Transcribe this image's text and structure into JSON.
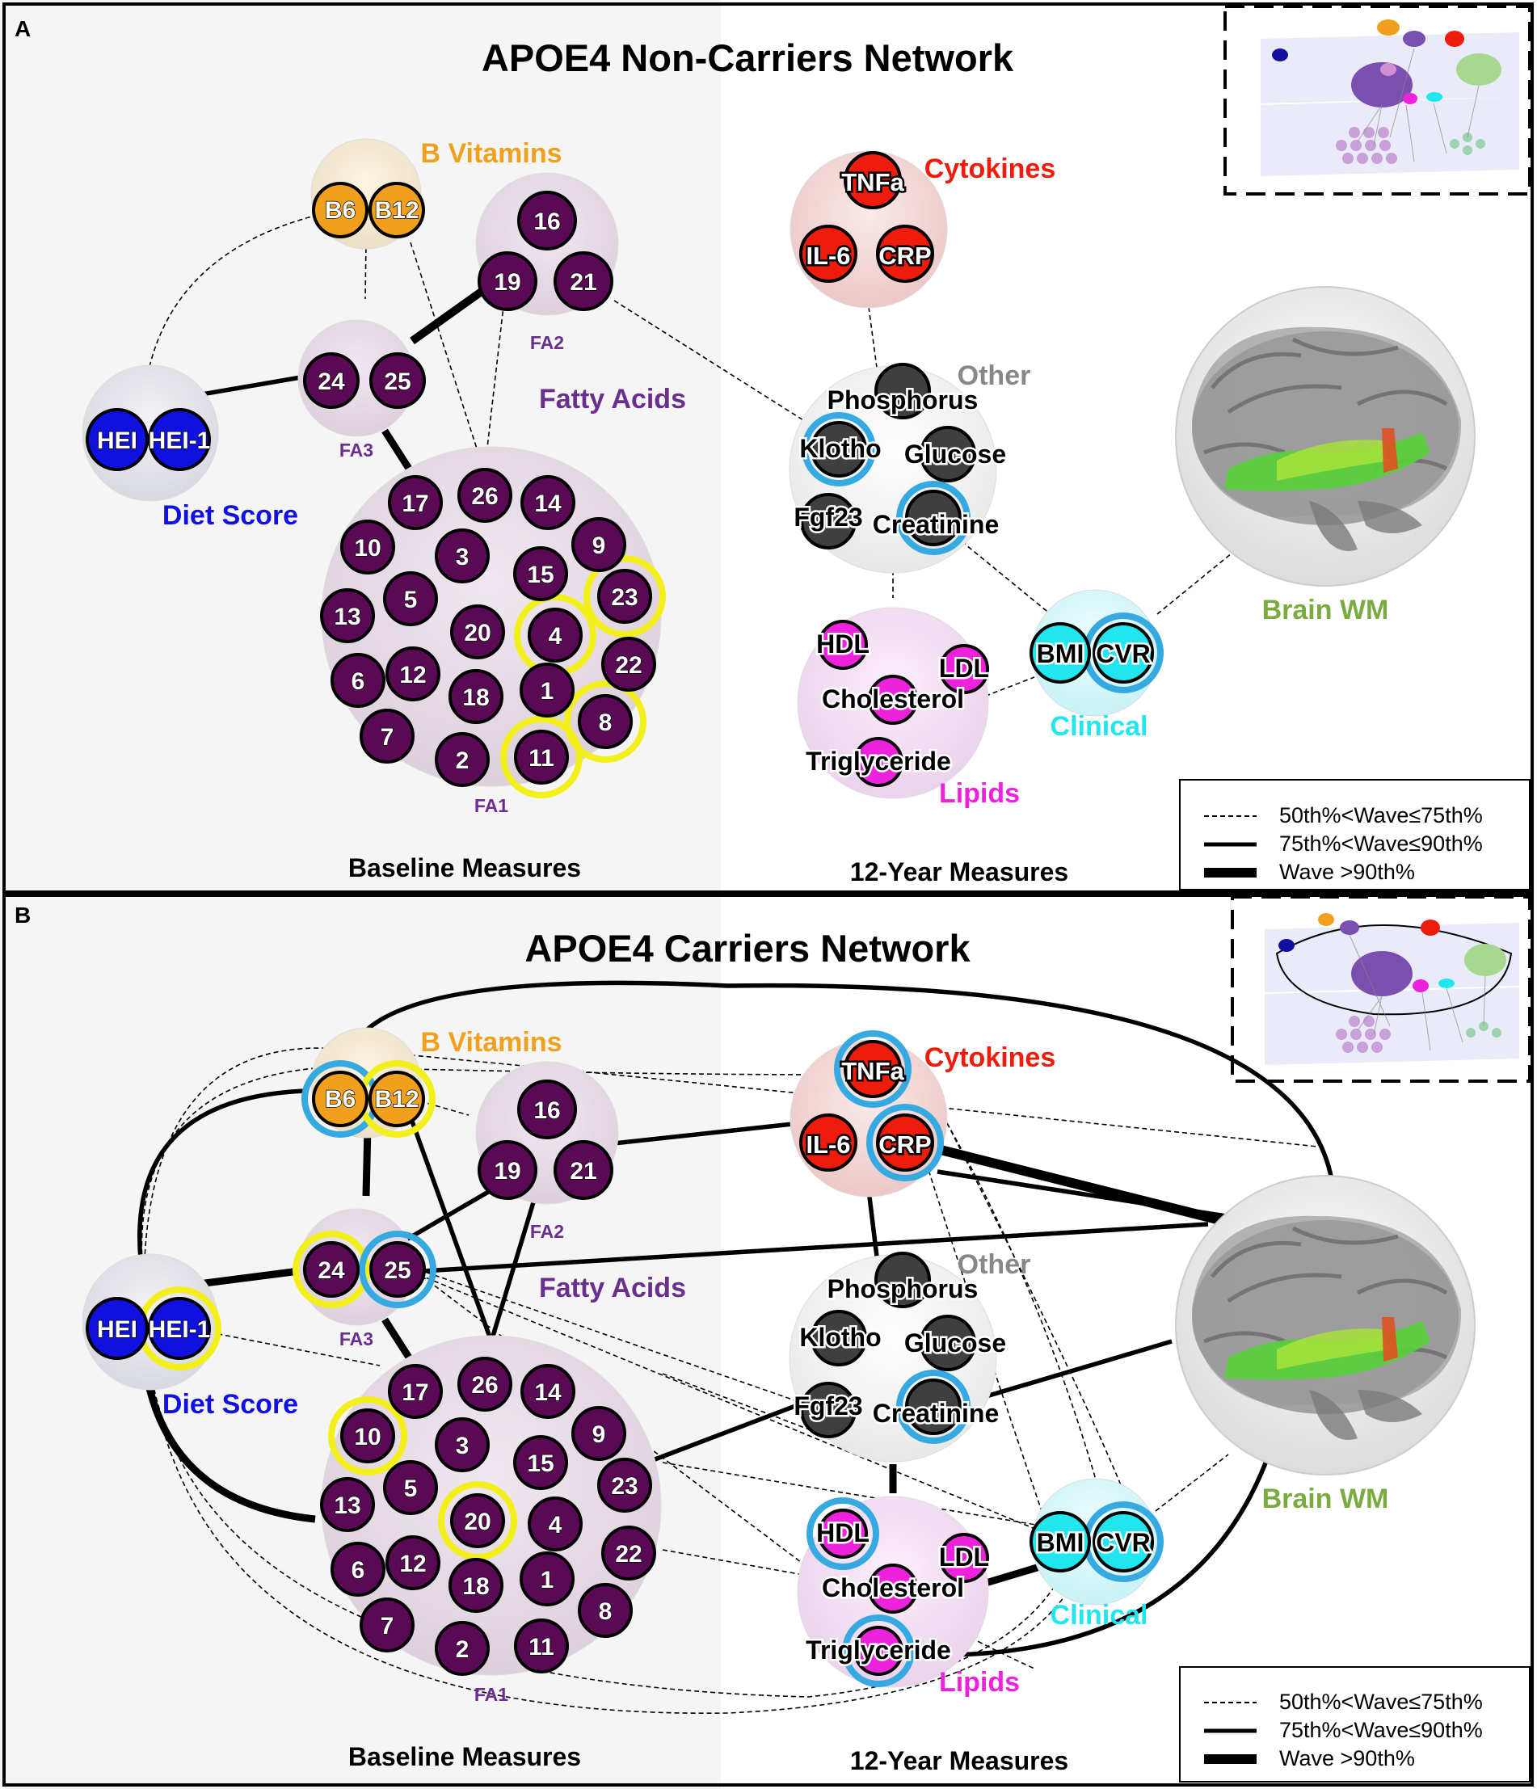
{
  "panels": [
    {
      "letter": "A",
      "title": "APOE4 Non-Carriers Network",
      "groups": {
        "b_vitamins": "B Vitamins",
        "fatty_acids": "Fatty Acids",
        "diet_score": "Diet Score",
        "cytokines": "Cytokines",
        "other": "Other",
        "lipids": "Lipids",
        "clinical": "Clinical",
        "brain_wm": "Brain WM"
      },
      "subclusters": [
        "FA1",
        "FA2",
        "FA3"
      ],
      "nodes": {
        "b_vitamins": [
          "B6",
          "B12"
        ],
        "diet": [
          "HEI",
          "HEI-1"
        ],
        "fa1": [
          "17",
          "26",
          "14",
          "10",
          "3",
          "15",
          "9",
          "5",
          "23",
          "13",
          "20",
          "4",
          "22",
          "6",
          "12",
          "18",
          "1",
          "7",
          "8",
          "2",
          "11"
        ],
        "fa2": [
          "16",
          "19",
          "21"
        ],
        "fa3": [
          "24",
          "25"
        ],
        "cytokines": [
          "TNFa",
          "IL-6",
          "CRP"
        ],
        "other": [
          "Phosphorus",
          "Klotho",
          "Glucose",
          "Fgf23",
          "Creatinine"
        ],
        "lipids": [
          "HDL",
          "LDL",
          "Cholesterol",
          "Triglyceride"
        ],
        "clinical": [
          "BMI",
          "CVR"
        ]
      },
      "highlighted_yellow": [
        "23",
        "4",
        "8",
        "11"
      ],
      "highlighted_blue": [
        "Klotho",
        "Creatinine",
        "CVR"
      ],
      "measures": [
        "Baseline Measures",
        "12-Year Measures"
      ]
    },
    {
      "letter": "B",
      "title": "APOE4 Carriers Network",
      "groups": {
        "b_vitamins": "B Vitamins",
        "fatty_acids": "Fatty Acids",
        "diet_score": "Diet Score",
        "cytokines": "Cytokines",
        "other": "Other",
        "lipids": "Lipids",
        "clinical": "Clinical",
        "brain_wm": "Brain WM"
      },
      "subclusters": [
        "FA1",
        "FA2",
        "FA3"
      ],
      "highlighted_yellow": [
        "B12",
        "24",
        "HEI-1",
        "10",
        "20"
      ],
      "highlighted_blue": [
        "B6",
        "25",
        "TNFa",
        "CRP",
        "Creatinine",
        "HDL",
        "Triglyceride",
        "CVR"
      ],
      "measures": [
        "Baseline Measures",
        "12-Year Measures"
      ]
    }
  ],
  "legend": {
    "items": [
      {
        "style": "dashed",
        "text": "50th%<Wave≤75th%"
      },
      {
        "style": "solid",
        "text": "75th%<Wave≤90th%"
      },
      {
        "style": "thick",
        "text": "Wave >90th%"
      }
    ]
  },
  "colors": {
    "b_vitamins": "#f0a01c",
    "fatty_acids": "#5a0a55",
    "diet": "#1010e0",
    "cytokines": "#ee1c0c",
    "other": "#444444",
    "lipids": "#ee22dd",
    "clinical": "#22e6ee",
    "brain": "#7aaa40",
    "highlight_yellow": "#f3ef1a",
    "highlight_blue": "#36a9e1"
  }
}
